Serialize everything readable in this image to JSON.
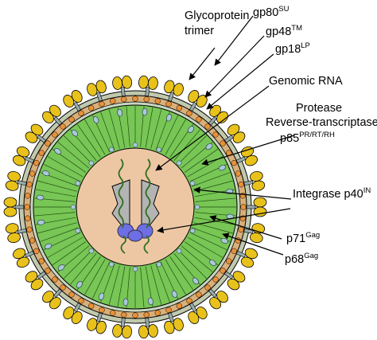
{
  "labels": {
    "glycoprotein_line1": "Glycoprotein",
    "glycoprotein_line2": "trimer",
    "gp80": {
      "base": "gp80",
      "sup": "SU"
    },
    "gp48": {
      "base": "gp48",
      "sup": "TM"
    },
    "gp18": {
      "base": "gp18",
      "sup": "LP"
    },
    "genomic_rna": "Genomic RNA",
    "protease": "Protease",
    "reverse_transcriptase": "Reverse-transcriptase",
    "p85": {
      "base": "p85",
      "sup": "PR/RT/RH"
    },
    "integrase": {
      "base": "Integrase p40",
      "sup": "IN"
    },
    "p71": {
      "base": "p71",
      "sup": "Gag"
    },
    "p68": {
      "base": "p68",
      "sup": "Gag"
    }
  },
  "colors": {
    "glycoprotein_yellow": "#e8c21b",
    "membrane_orange": "#e8913a",
    "gag_green": "#78c655",
    "matrix_blue": "#a9c8d8",
    "core_interior": "#edc7a4",
    "protein_gray": "#b4b4b4",
    "integrase_purple": "#6e6ee6",
    "rna_green": "#2f6f1f"
  },
  "icons": [
    "glycoprotein-knob-icon",
    "reverse-transcriptase-icon",
    "integrase-icon",
    "rna-strand-icon"
  ]
}
